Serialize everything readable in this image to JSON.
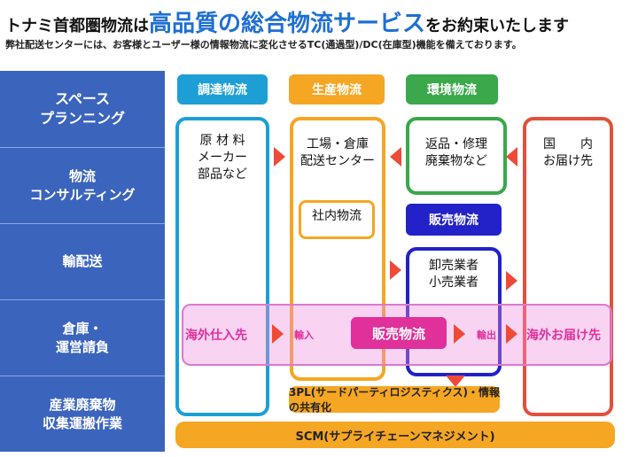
{
  "header": {
    "title_part1": "トナミ首都圏物流は",
    "title_part2": "高品質の総合物流サービス",
    "title_part3": "をお約束いたします",
    "subtitle": "弊社配送センターには、お客様とユーザー様の情報物流に変化させるTC(通過型)/DC(在庫型)機能を備えております。"
  },
  "sidebar": {
    "items": [
      {
        "label": "スペース\nプランニング"
      },
      {
        "label": "物流\nコンサルティング"
      },
      {
        "label": "輸配送"
      },
      {
        "label": "倉庫・\n運営請負"
      },
      {
        "label": "産業廃棄物\n収集運搬作業"
      }
    ]
  },
  "categories": {
    "procurement": "調達物流",
    "production": "生産物流",
    "environment": "環境物流",
    "sales": "販売物流"
  },
  "boxes": {
    "materials": "原 材 料\nメーカー\n部品など",
    "factory": "工場・倉庫\n配送センター",
    "inhouse": "社内物流",
    "returns": "返品・修理\n廃棄物など",
    "domestic": "国　　内\nお届け先",
    "wholesale": "卸売業者\n小売業者"
  },
  "overseas": {
    "source": "海外仕入先",
    "import": "輸入",
    "sales": "販売物流",
    "export": "輸出",
    "destination": "海外お届け先"
  },
  "bottom": {
    "tpl": "3PL(サードパーティロジスティクス)・情報の共有化",
    "scm": "SCM(サプライチェーンマネジメント)"
  },
  "colors": {
    "sidebar": "#3b64bd",
    "procurement": "#1d9fd6",
    "production": "#f5a623",
    "environment": "#3aa84b",
    "sales": "#2222c8",
    "domestic": "#e4503c",
    "arrow": "#ef4a37",
    "overseas": "#e0309a"
  }
}
